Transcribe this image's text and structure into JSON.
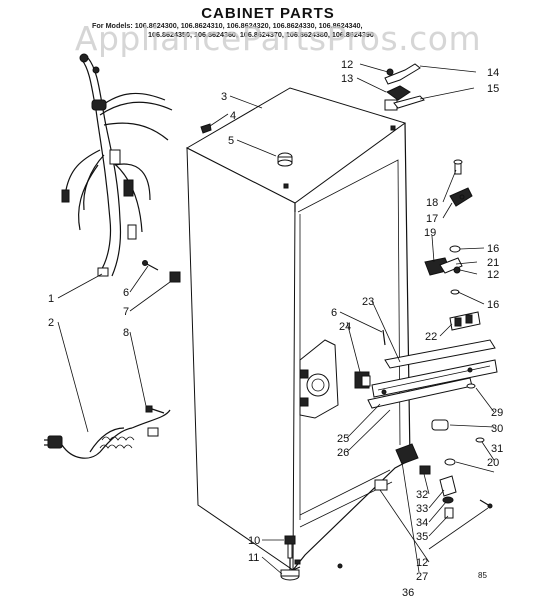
{
  "diagram": {
    "title": "CABINET PARTS",
    "models_line_1": "For Models: 106.8624300, 106.8624310, 106.8624320, 106.8624330, 106.8624340,",
    "models_line_2": "106.8624350, 106.8624360, 106.8624370, 106.8624380, 106.8624390",
    "watermark": "AppliancePartsPros.com",
    "page_code": "85",
    "callouts": [
      {
        "id": "c1",
        "text": "1"
      },
      {
        "id": "c2",
        "text": "2"
      },
      {
        "id": "c3",
        "text": "3"
      },
      {
        "id": "c4",
        "text": "4"
      },
      {
        "id": "c5",
        "text": "5"
      },
      {
        "id": "c6",
        "text": "6"
      },
      {
        "id": "c6b",
        "text": "6"
      },
      {
        "id": "c7",
        "text": "7"
      },
      {
        "id": "c8",
        "text": "8"
      },
      {
        "id": "c10",
        "text": "10"
      },
      {
        "id": "c11",
        "text": "11"
      },
      {
        "id": "c12",
        "text": "12"
      },
      {
        "id": "c12b",
        "text": "12"
      },
      {
        "id": "c12c",
        "text": "12"
      },
      {
        "id": "c13",
        "text": "13"
      },
      {
        "id": "c14",
        "text": "14"
      },
      {
        "id": "c15",
        "text": "15"
      },
      {
        "id": "c16",
        "text": "16"
      },
      {
        "id": "c16b",
        "text": "16"
      },
      {
        "id": "c17",
        "text": "17"
      },
      {
        "id": "c18",
        "text": "18"
      },
      {
        "id": "c19",
        "text": "19"
      },
      {
        "id": "c20",
        "text": "20"
      },
      {
        "id": "c21",
        "text": "21"
      },
      {
        "id": "c22",
        "text": "22"
      },
      {
        "id": "c23",
        "text": "23"
      },
      {
        "id": "c24",
        "text": "24"
      },
      {
        "id": "c25",
        "text": "25"
      },
      {
        "id": "c26",
        "text": "26"
      },
      {
        "id": "c27",
        "text": "27"
      },
      {
        "id": "c29",
        "text": "29"
      },
      {
        "id": "c30",
        "text": "30"
      },
      {
        "id": "c31",
        "text": "31"
      },
      {
        "id": "c32",
        "text": "32"
      },
      {
        "id": "c33",
        "text": "33"
      },
      {
        "id": "c34",
        "text": "34"
      },
      {
        "id": "c35",
        "text": "35"
      },
      {
        "id": "c36",
        "text": "36"
      }
    ]
  }
}
